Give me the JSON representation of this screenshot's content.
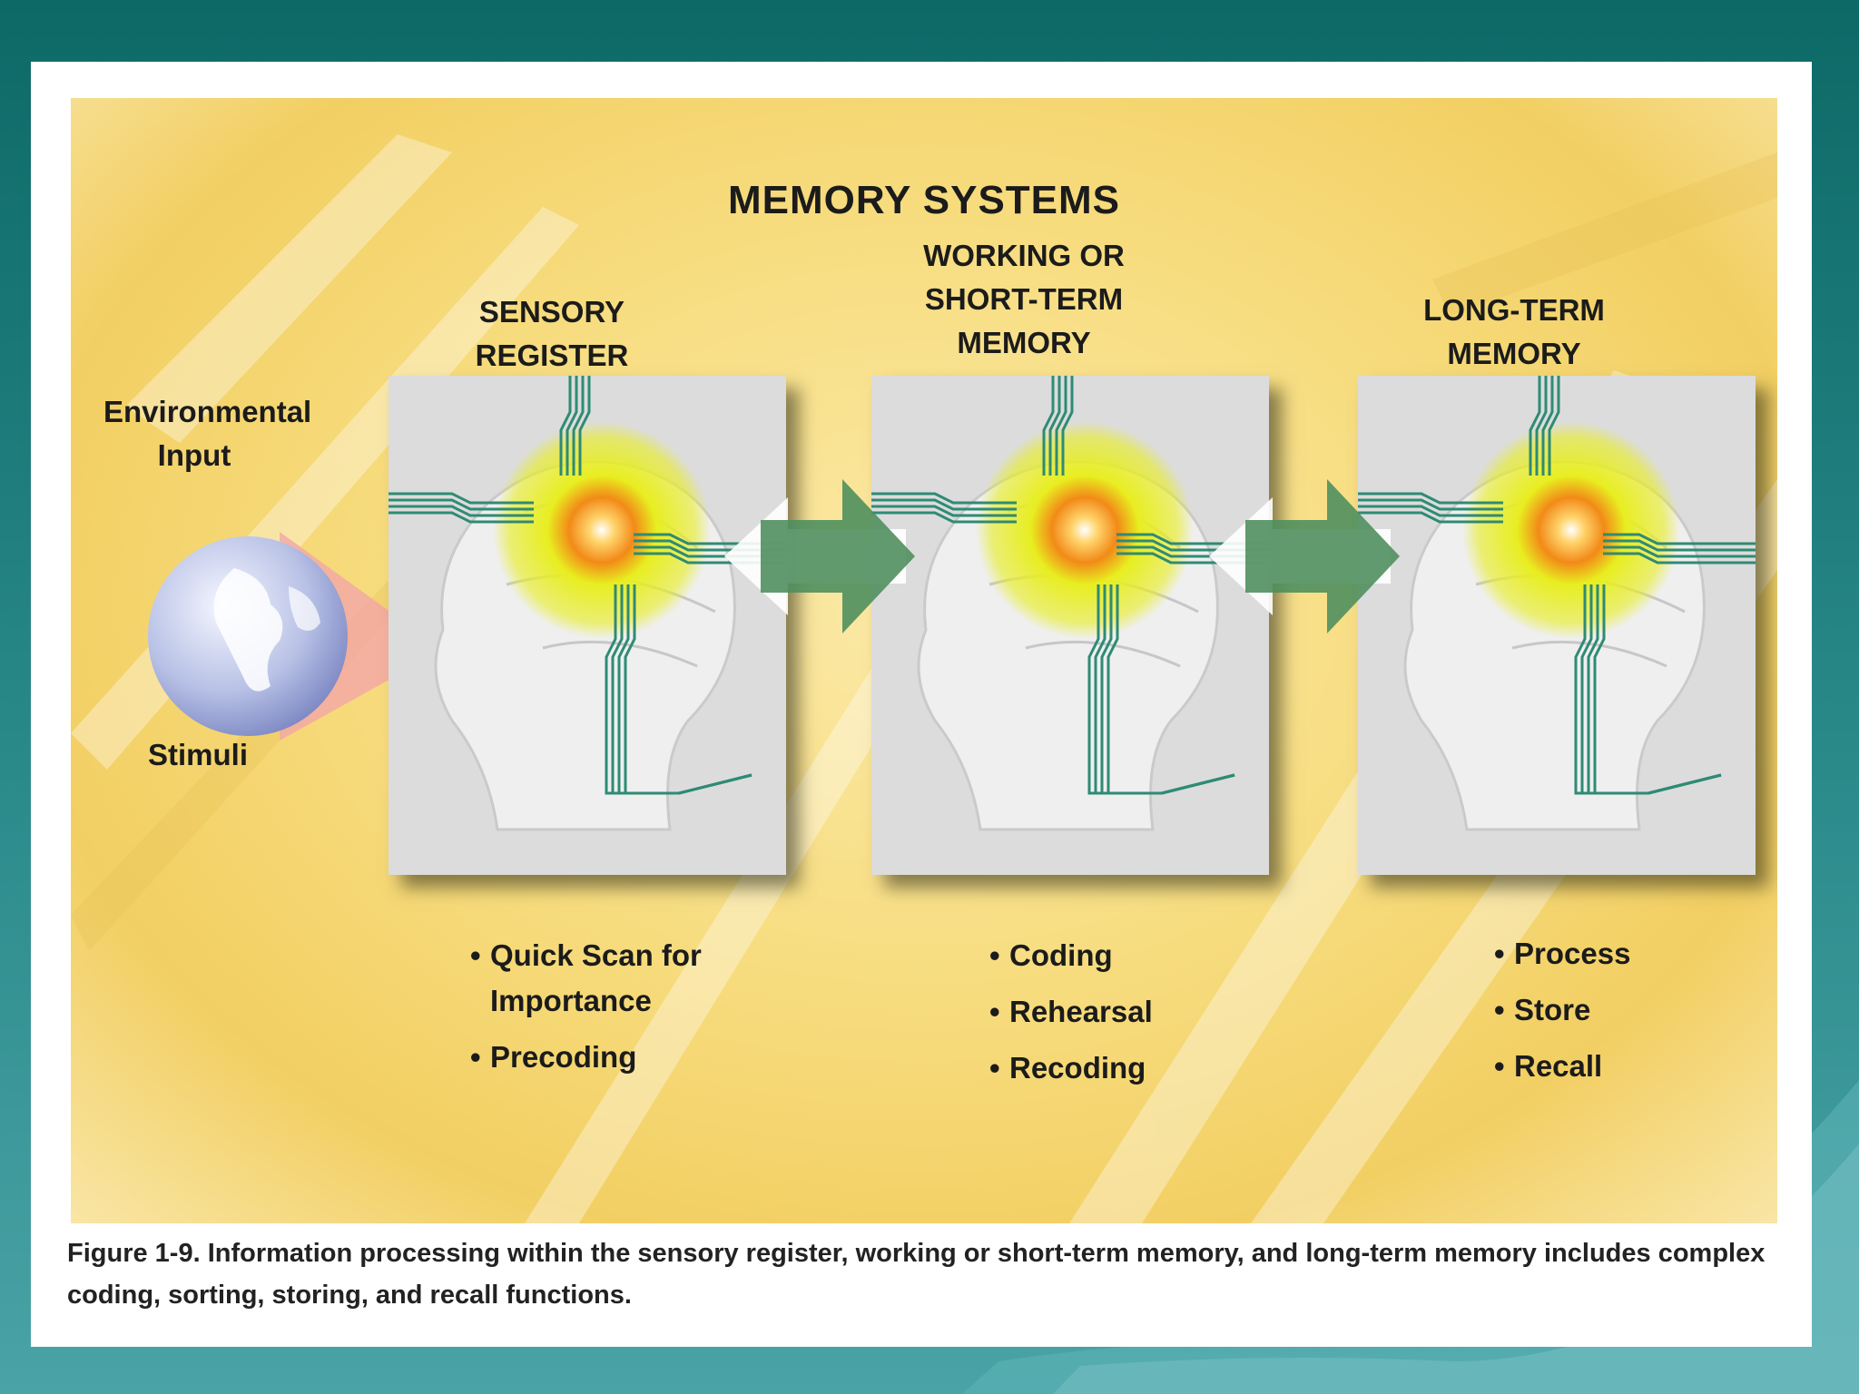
{
  "title": "MEMORY SYSTEMS",
  "input_labels": {
    "environmental": "Environmental\nInput",
    "stimuli": "Stimuli"
  },
  "stages": [
    {
      "name": "SENSORY\nREGISTER",
      "bullets": [
        "Quick Scan for\nImportance",
        "Precoding"
      ]
    },
    {
      "name": "WORKING OR\nSHORT-TERM\nMEMORY",
      "bullets": [
        "Coding",
        "Rehearsal",
        "Recoding"
      ]
    },
    {
      "name": "LONG-TERM\nMEMORY",
      "bullets": [
        "Process",
        "Store",
        "Recall"
      ]
    }
  ],
  "caption": "Figure 1-9. Information processing within the sensory register, working or short-term memory, and long-term memory includes complex coding, sorting, storing, and recall functions.",
  "colors": {
    "slide_bg": "#0c6966",
    "figure_bg": "#f7dc7e",
    "panel_bg": "#dcdcdc",
    "circuit": "#2e8b74",
    "glow": "#e8ee20",
    "arrow_green": "#4f8f5e"
  },
  "icons": [
    "globe-icon",
    "head-silhouette-icon",
    "brain-glow-icon",
    "circuit-lines-icon",
    "double-arrow-icon"
  ]
}
